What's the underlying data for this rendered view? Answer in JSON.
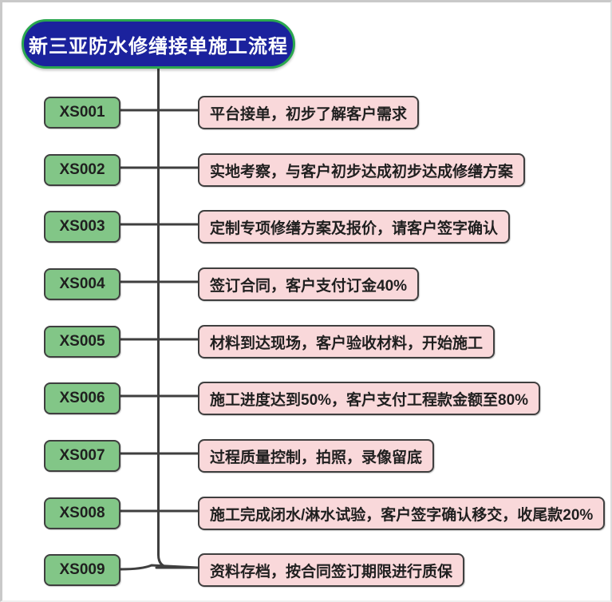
{
  "title": {
    "text": "新三亚防水修缮接单施工流程"
  },
  "steps": [
    {
      "code": "XS001",
      "desc": "平台接单，初步了解客户需求"
    },
    {
      "code": "XS002",
      "desc": "实地考察，与客户初步达成初步达成修缮方案"
    },
    {
      "code": "XS003",
      "desc": "定制专项修缮方案及报价，请客户签字确认"
    },
    {
      "code": "XS004",
      "desc": "签订合同，客户支付订金40%"
    },
    {
      "code": "XS005",
      "desc": "材料到达现场，客户验收材料，开始施工"
    },
    {
      "code": "XS006",
      "desc": "施工进度达到50%，客户支付工程款金额至80%"
    },
    {
      "code": "XS007",
      "desc": "过程质量控制，拍照，录像留底"
    },
    {
      "code": "XS008",
      "desc": "施工完成闭水/淋水试验，客户签字确认移交，收尾款20%"
    },
    {
      "code": "XS009",
      "desc": "资料存档，按合同签订期限进行质保"
    }
  ],
  "colors": {
    "title_bg": "#1B229D",
    "title_border": "#2BA84F",
    "title_text": "#FFFFFF",
    "code_node_bg": "#82C687",
    "desc_node_bg": "#F9D8DA",
    "node_border": "#3F3F3F",
    "connector": "#3F3F3F",
    "node_text": "#1F1F1F",
    "canvas_bg": "#FFFFFF"
  }
}
